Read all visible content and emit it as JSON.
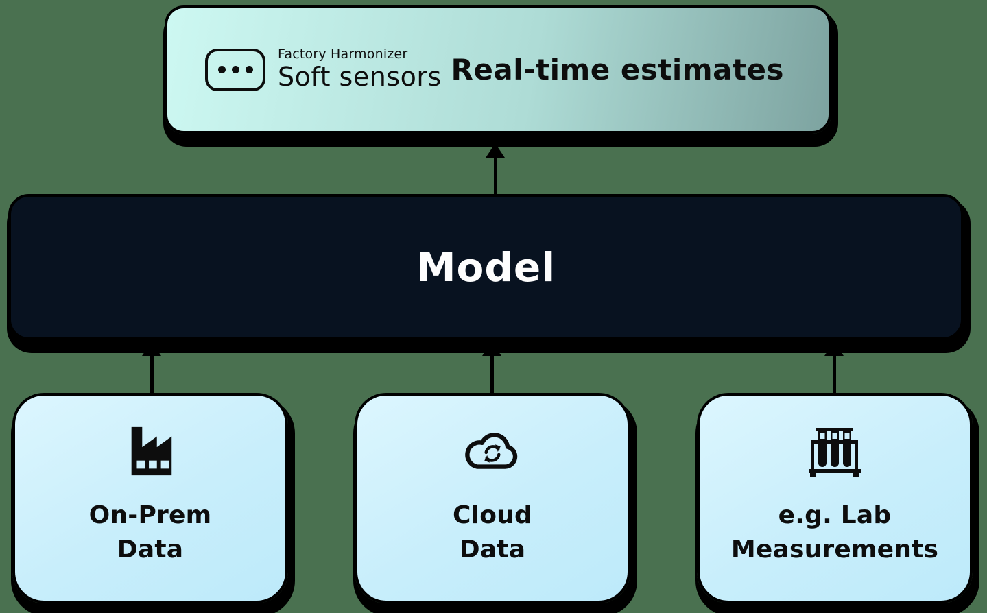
{
  "palette": {
    "background": "#4a7150",
    "banner_gradient_from": "#cdf8f2",
    "banner_gradient_to": "#7da3a0",
    "model_bg": "#081220",
    "model_text": "#fdfdfd",
    "source_bg_from": "#dcf6fe",
    "source_bg_to": "#bdeafa",
    "line_color": "#000000",
    "text_color": "#0d0d0d"
  },
  "banner": {
    "logo_icon": "three-dots-rounded-square-icon",
    "brand_small": "Factory Harmonizer",
    "brand_large": "Soft sensors",
    "title": "Real-time estimates"
  },
  "model": {
    "label": "Model"
  },
  "sources": [
    {
      "icon": "factory-icon",
      "line1": "On-Prem",
      "line2": "Data"
    },
    {
      "icon": "cloud-sync-icon",
      "line1": "Cloud",
      "line2": "Data"
    },
    {
      "icon": "test-tubes-icon",
      "line1": "e.g. Lab",
      "line2": "Measurements"
    }
  ],
  "arrows": [
    {
      "from": "model",
      "to": "banner"
    },
    {
      "from": "on-prem-data",
      "to": "model"
    },
    {
      "from": "cloud-data",
      "to": "model"
    },
    {
      "from": "lab-measurements",
      "to": "model"
    }
  ]
}
